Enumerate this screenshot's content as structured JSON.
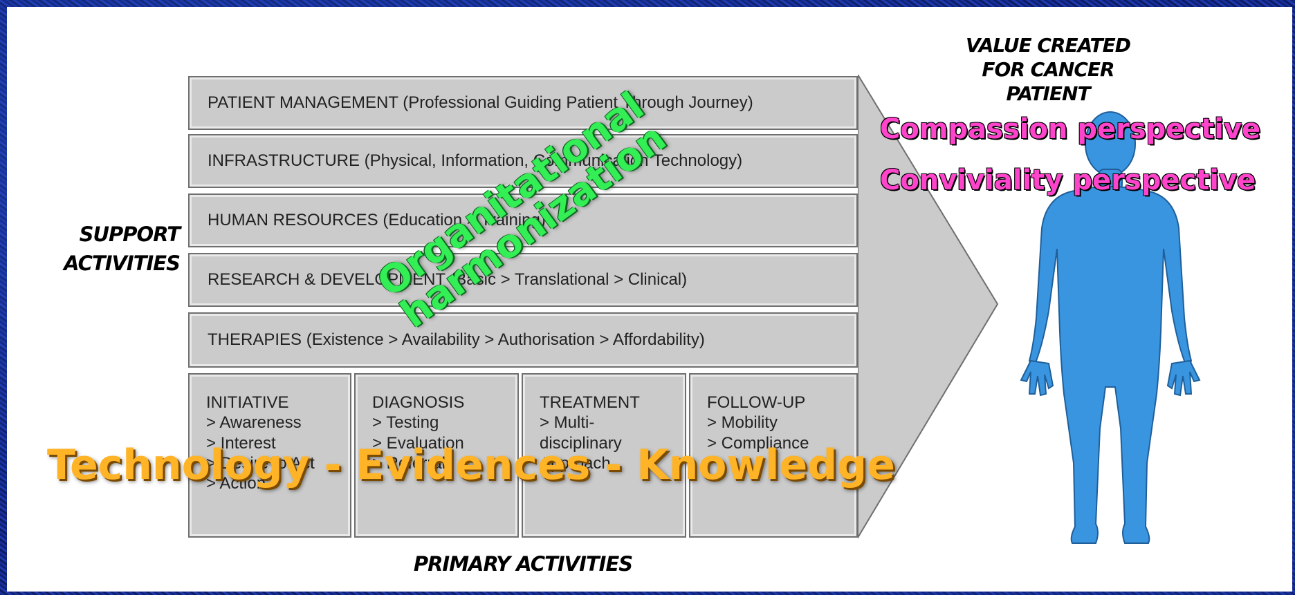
{
  "value_header": [
    "VALUE CREATED",
    "FOR CANCER PATIENT"
  ],
  "support_label": [
    "SUPPORT",
    "ACTIVITIES"
  ],
  "support_rows": [
    "PATIENT MANAGEMENT (Professional Guiding Patient Through Journey)",
    "INFRASTRUCTURE (Physical, Information, Communication Technology)",
    "HUMAN RESOURCES (Education > Training)",
    "RESEARCH & DEVELOPMENT (Basic > Translational > Clinical)",
    "THERAPIES (Existence > Availability > Authorisation > Affordability)"
  ],
  "primary_cells": [
    {
      "title": "INITIATIVE",
      "items": [
        "> Awareness",
        "> Interest",
        "> Desire to Act",
        "> Action"
      ]
    },
    {
      "title": "DIAGNOSIS",
      "items": [
        "> Testing",
        "> Evaluation",
        "> Referral"
      ]
    },
    {
      "title": "TREATMENT",
      "items": [
        "> Multi-",
        "disciplinary",
        "Approach"
      ]
    },
    {
      "title": "FOLLOW-UP",
      "items": [
        "> Mobility",
        "> Compliance"
      ]
    }
  ],
  "primary_label": "PRIMARY ACTIVITIES",
  "overlay_green": [
    "Organitational",
    "harmonization"
  ],
  "overlay_orange": "Technology - Evidences - Knowledge",
  "perspectives": [
    "Compassion perspective",
    "Conviviality perspective"
  ],
  "colors": {
    "box_fill": "#cbcbcb",
    "box_border": "#6f6f6f",
    "arrow_fill": "#cbcbcb",
    "human_figure": "#3a95e0",
    "green_overlay": "#33ee55",
    "orange_overlay": "#ffb326",
    "pink_overlay": "#ff44cc"
  },
  "icons": {
    "patient": "human-figure-icon",
    "chain_arrow": "chevron-arrow-shape"
  }
}
